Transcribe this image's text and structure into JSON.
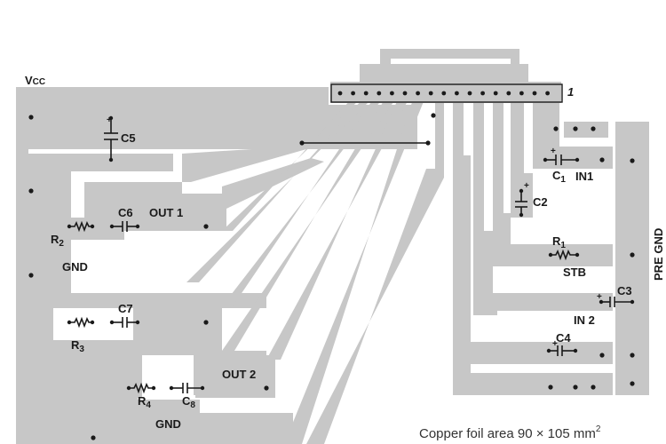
{
  "labels": {
    "vcc_main": "V",
    "vcc_sub": "CC",
    "c5": "C5",
    "c6": "C6",
    "out1": "OUT 1",
    "r2_main": "R",
    "r2_sub": "2",
    "gnd_top": "GND",
    "c7": "C7",
    "r3_main": "R",
    "r3_sub": "3",
    "out2": "OUT 2",
    "r4_main": "R",
    "r4_sub": "4",
    "c8_main": "C",
    "c8_sub": "8",
    "gnd_bottom": "GND",
    "c1_main": "C",
    "c1_sub": "1",
    "in1": "IN1",
    "c2": "C2",
    "r1_main": "R",
    "r1_sub": "1",
    "stb": "STB",
    "c3": "C3",
    "in2": "IN 2",
    "c4": "C4",
    "pre_gnd": "PRE GND",
    "pin1": "1"
  },
  "caption": {
    "text": "Copper foil area 90 × 105 mm",
    "exponent": "2"
  },
  "colors": {
    "copper": "#c7c7c7",
    "ink": "#1a1a1a",
    "background": "#ffffff"
  }
}
